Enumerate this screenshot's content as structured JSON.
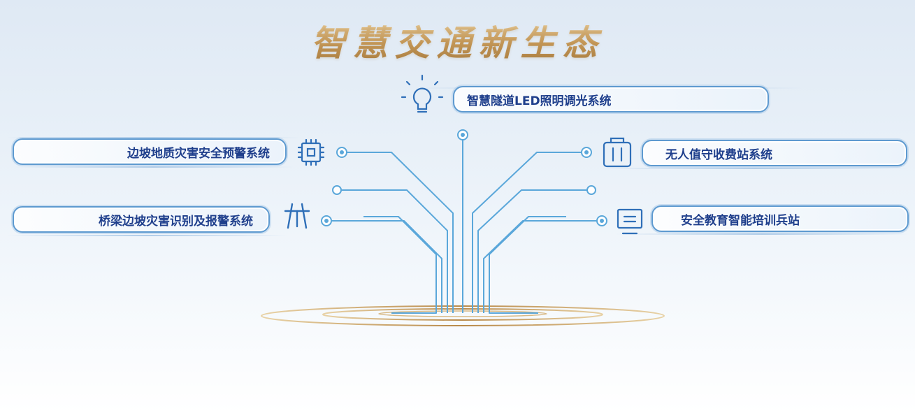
{
  "title": "智慧交通新生态",
  "colors": {
    "line": "#5aa7da",
    "pill_border": "#5e9ad0",
    "text": "#1f3f8c",
    "gold": "#c9a063"
  },
  "nodes": {
    "top": {
      "label": "智慧隧道LED照明调光系统",
      "icon": "lightbulb-icon"
    },
    "left_upper": {
      "label": "边坡地质灾害安全预警系统",
      "icon": "chip-icon"
    },
    "left_lower": {
      "label": "桥梁边坡灾害识别及报警系统",
      "icon": "bridge-icon"
    },
    "right_upper": {
      "label": "无人值守收费站系统",
      "icon": "toll-booth-icon"
    },
    "right_lower": {
      "label": "安全教育智能培训兵站",
      "icon": "screen-icon"
    }
  }
}
